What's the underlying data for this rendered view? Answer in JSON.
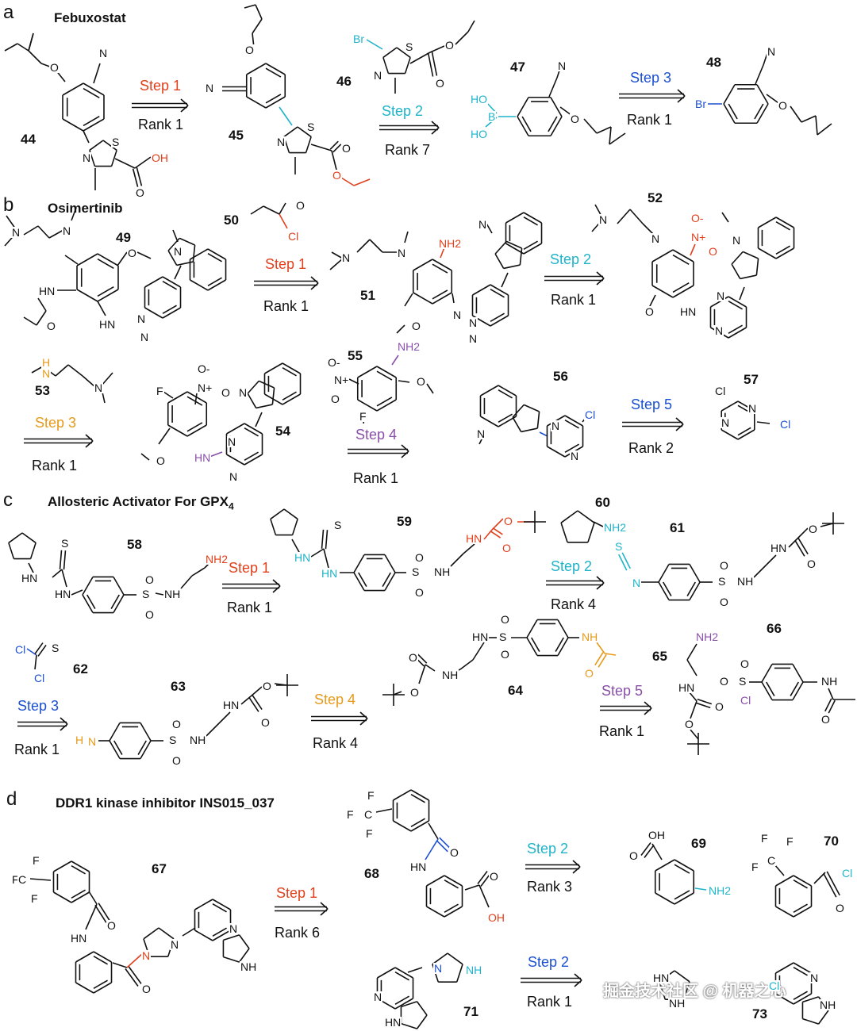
{
  "colors": {
    "black": "#111111",
    "red": "#e0401c",
    "cyan": "#1fb3c9",
    "blue": "#1b4fd1",
    "orange": "#e69a1a",
    "purple": "#8a4fa8"
  },
  "panels": {
    "a": {
      "letter": "a",
      "title": "Febuxostat"
    },
    "b": {
      "letter": "b",
      "title": "Osimertinib"
    },
    "c": {
      "letter": "c",
      "title": "Allosteric Activator For GPX",
      "title_sub": "4"
    },
    "d": {
      "letter": "d",
      "title": "DDR1 kinase inhibitor INS015_037"
    }
  },
  "compounds": {
    "c44": "44",
    "c45": "45",
    "c46": "46",
    "c47": "47",
    "c48": "48",
    "c49": "49",
    "c50": "50",
    "c51": "51",
    "c52": "52",
    "c53": "53",
    "c54": "54",
    "c55": "55",
    "c56": "56",
    "c57": "57",
    "c58": "58",
    "c59": "59",
    "c60": "60",
    "c61": "61",
    "c62": "62",
    "c63": "63",
    "c64": "64",
    "c65": "65",
    "c66": "66",
    "c67": "67",
    "c68": "68",
    "c69": "69",
    "c70": "70",
    "c71": "71",
    "c73": "73"
  },
  "steps": {
    "a1": {
      "step": "Step 1",
      "rank": "Rank 1"
    },
    "a2": {
      "step": "Step 2",
      "rank": "Rank 7"
    },
    "a3": {
      "step": "Step 3",
      "rank": "Rank 1"
    },
    "b1": {
      "step": "Step 1",
      "rank": "Rank 1"
    },
    "b2": {
      "step": "Step 2",
      "rank": "Rank 1"
    },
    "b3": {
      "step": "Step 3",
      "rank": "Rank 1"
    },
    "b4": {
      "step": "Step 4",
      "rank": "Rank 1"
    },
    "b5": {
      "step": "Step 5",
      "rank": "Rank 2"
    },
    "c1": {
      "step": "Step 1",
      "rank": "Rank 1"
    },
    "c2": {
      "step": "Step 2",
      "rank": "Rank 4"
    },
    "c3": {
      "step": "Step 3",
      "rank": "Rank 1"
    },
    "c4": {
      "step": "Step 4",
      "rank": "Rank 4"
    },
    "c5": {
      "step": "Step 5",
      "rank": "Rank 1"
    },
    "d1": {
      "step": "Step 1",
      "rank": "Rank 6"
    },
    "d2": {
      "step": "Step 2",
      "rank": "Rank 3"
    },
    "d3": {
      "step": "Step 2",
      "rank": "Rank 1"
    }
  },
  "atoms": {
    "N": "N",
    "O": "O",
    "S": "S",
    "OH": "OH",
    "NH": "NH",
    "HN": "HN",
    "NH2": "NH2",
    "Br": "Br",
    "Cl": "Cl",
    "F": "F",
    "HO": "HO",
    "B": "B",
    "Ominus": "O-",
    "Nplus": "N+",
    "H": "H",
    "C": "C"
  },
  "watermark": "掘金技术社区 @ 机器之心"
}
